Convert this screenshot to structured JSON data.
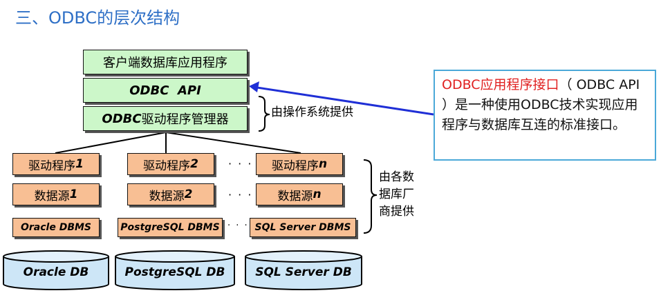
{
  "title": "三、ODBC的层次结构",
  "layers": {
    "client_app": "客户端数据库应用程序",
    "odbc_api": "ODBC  API",
    "driver_manager_prefix": "ODBC",
    "driver_manager_suffix": "驱动程序管理器"
  },
  "os_provided_label": "由操作系统提供",
  "vendor_provided_label": "由各数据库厂商提供",
  "columns": [
    {
      "driver_text": "驱动程序",
      "driver_num": "1",
      "source_text": "数据源",
      "source_num": "1",
      "dbms": "Oracle DBMS",
      "db": "Oracle DB"
    },
    {
      "driver_text": "驱动程序",
      "driver_num": "2",
      "source_text": "数据源",
      "source_num": "2",
      "dbms": "PostgreSQL DBMS",
      "db": "PostgreSQL DB"
    },
    {
      "driver_text": "驱动程序",
      "driver_num": "n",
      "source_text": "数据源",
      "source_num": "n",
      "dbms": "SQL Server DBMS",
      "db": "SQL Server DB"
    }
  ],
  "ellipsis": "· · ·",
  "callout": {
    "highlight": "ODBC应用程序接口",
    "body": "（ ODBC API ）是一种使用ODBC技术实现应用程序与数据库互连的标准接口。"
  },
  "colors": {
    "title": "#2e6fc6",
    "green_box": "#ccf7c9",
    "peach_box": "#f8bf94",
    "cylinder": "#cde6f7",
    "arrow": "#1f2fd6",
    "callout_border": "#4aa8d8",
    "callout_highlight": "#e02020"
  }
}
